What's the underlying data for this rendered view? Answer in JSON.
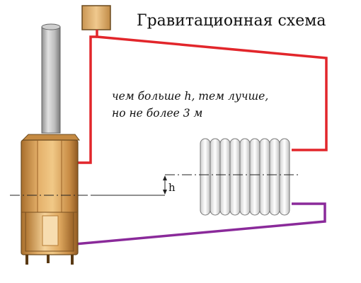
{
  "title": "Гравитационная схема",
  "caption": {
    "line1": "чем больше h, тем лучше,",
    "line2": "но не более 3 м"
  },
  "height_label": "h",
  "colors": {
    "supply_pipe": "#e2262b",
    "return_pipe": "#8a2a9a",
    "boiler_body": "#d9a55e",
    "boiler_dark": "#a86e2c",
    "chimney": "#b8b8b8",
    "tank": "#e2b777",
    "radiator": "#f3f3f3"
  },
  "icons": {
    "boiler": "boiler-icon",
    "radiator": "radiator-icon",
    "expansion_tank": "expansion-tank-icon"
  }
}
